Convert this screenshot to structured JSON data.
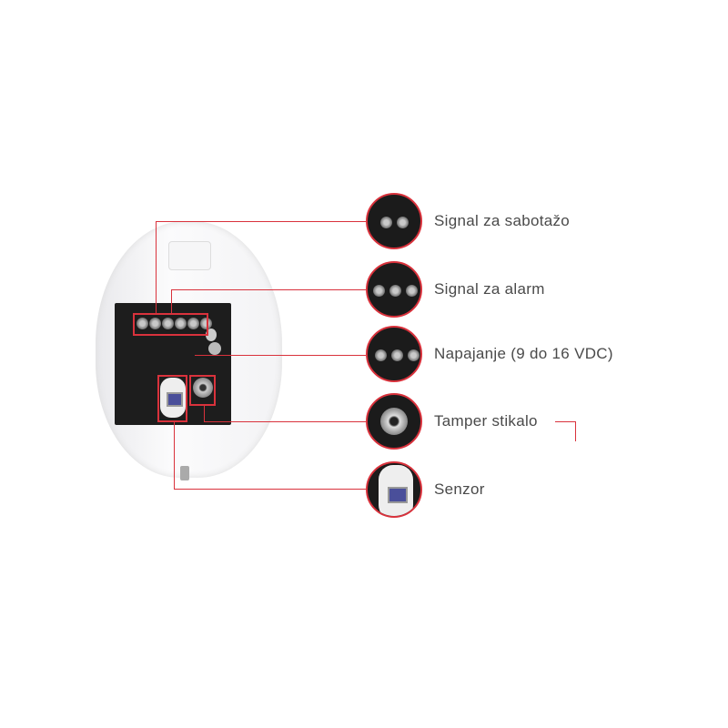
{
  "callouts": [
    {
      "label": "Signal za sabotažo",
      "icon": "terminal-block-closeup"
    },
    {
      "label": "Signal za alarm",
      "icon": "terminal-block-closeup"
    },
    {
      "label": "Napajanje (9 do 16 VDC)",
      "icon": "terminal-block-closeup"
    },
    {
      "label": "Tamper stikalo",
      "icon": "tamper-switch-closeup"
    },
    {
      "label": "Senzor",
      "icon": "pir-sensor-closeup"
    }
  ],
  "colors": {
    "accent": "#d9323c",
    "board": "#1b1b1b",
    "shell": "#f4f4f4"
  }
}
